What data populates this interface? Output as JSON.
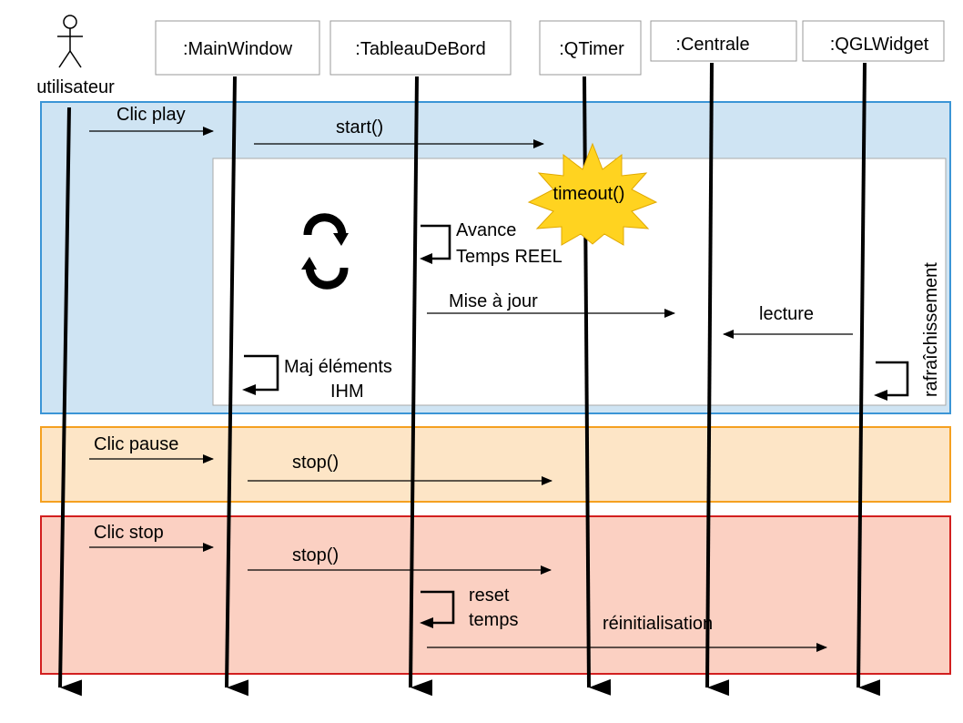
{
  "actor": {
    "label": "utilisateur"
  },
  "participants": [
    {
      "id": "mainwindow",
      "label": ":MainWindow"
    },
    {
      "id": "tableau",
      "label": ":TableauDeBord"
    },
    {
      "id": "qtimer",
      "label": ":QTimer"
    },
    {
      "id": "centrale",
      "label": ":Centrale"
    },
    {
      "id": "qglwidget",
      "label": ":QGLWidget"
    }
  ],
  "frames": {
    "play": {
      "color": "#cfe4f3",
      "border": "#3b95d6"
    },
    "pause": {
      "color": "#fde5c6",
      "border": "#f5a020"
    },
    "stop": {
      "color": "#fbd0c2",
      "border": "#d21f1f"
    },
    "loop": {
      "color": "#ffffff",
      "border": "#aaaaaa"
    }
  },
  "messages": {
    "clic_play": "Clic play",
    "start": "start()",
    "timeout": "timeout()",
    "avance_line1": "Avance",
    "avance_line2": "Temps REEL",
    "mise_a_jour": "Mise à jour",
    "lecture": "lecture",
    "maj_line1": "Maj éléments",
    "maj_line2": "IHM",
    "rafraichissement": "rafraîchissement",
    "clic_pause": "Clic pause",
    "stop_pause": "stop()",
    "clic_stop": "Clic stop",
    "stop_stop": "stop()",
    "reset_line1": "reset",
    "reset_line2": "temps",
    "reinitialisation": "réinitialisation"
  },
  "icons": {
    "actor": "stick-figure-icon",
    "loop": "loop-arrows-icon",
    "timeout": "starburst-icon",
    "timeout_color": "#ffd320"
  }
}
